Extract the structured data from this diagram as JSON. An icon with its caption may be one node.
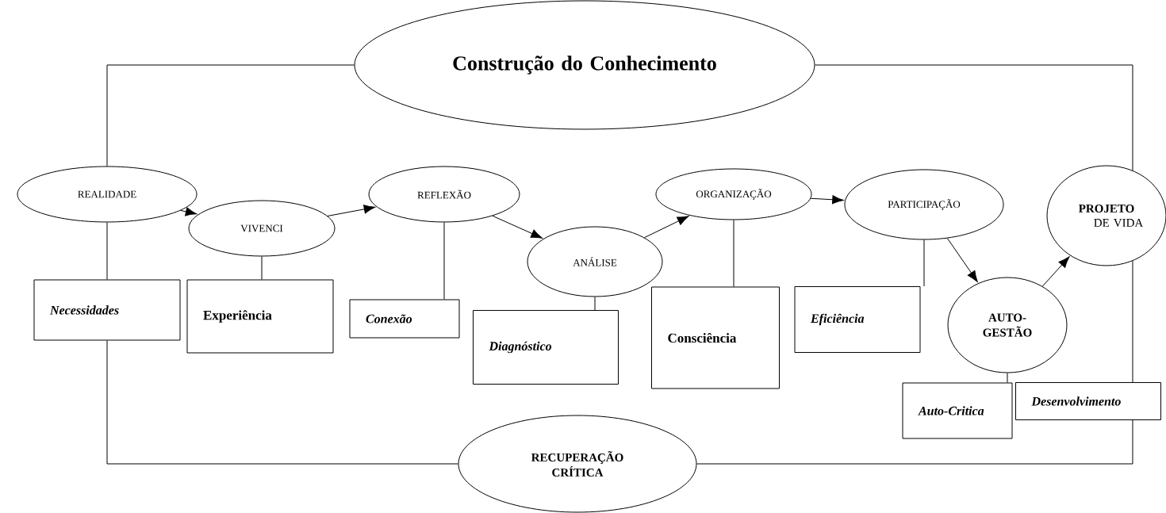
{
  "diagram": {
    "nodes": [
      {
        "text": [
          "Construção do Conhecimento"
        ]
      },
      {
        "text": [
          "REALIDADE"
        ]
      },
      {
        "text": [
          "VIVENCI"
        ]
      },
      {
        "text": [
          "REFLEXÃO"
        ]
      },
      {
        "text": [
          "ANÁLISE"
        ]
      },
      {
        "text": [
          "ORGANIZAÇÃO"
        ]
      },
      {
        "text": [
          "PARTICIPAÇÃO"
        ]
      },
      {
        "text": [
          "PROJETO",
          "DE VIDA"
        ]
      },
      {
        "text": [
          "AUTO-GESTÃO"
        ]
      },
      {
        "text": [
          "Necessidades"
        ]
      },
      {
        "text": [
          "Experiência"
        ]
      },
      {
        "text": [
          "Conexão"
        ]
      },
      {
        "text": [
          "Diagnóstico"
        ]
      },
      {
        "text": [
          "Consciência"
        ]
      },
      {
        "text": [
          "Eficiência"
        ]
      },
      {
        "text": [
          "Auto-Critica"
        ]
      },
      {
        "text": [
          "Desenvolvimento"
        ]
      },
      {
        "text": [
          "RECUPERAÇÃO CRÍTICA"
        ]
      }
    ],
    "edges": [
      {
        "from": 1,
        "to": 2,
        "arrow": "to"
      },
      {
        "from": 2,
        "to": 3,
        "arrow": "to"
      },
      {
        "from": 3,
        "to": 4,
        "arrow": "to"
      },
      {
        "from": 4,
        "to": 5,
        "arrow": "to"
      },
      {
        "from": 5,
        "to": 6,
        "arrow": "to"
      },
      {
        "from": 6,
        "to": 8,
        "arrow": "to"
      },
      {
        "from": 8,
        "to": 7,
        "arrow": "to"
      },
      {
        "from": 2,
        "to": 10,
        "arrow": "none"
      },
      {
        "from": 3,
        "to": 11,
        "arrow": "none"
      },
      {
        "from": 4,
        "to": 12,
        "arrow": "none"
      },
      {
        "from": 5,
        "to": 13,
        "arrow": "none"
      },
      {
        "from": 6,
        "to": 14,
        "arrow": "none"
      },
      {
        "from": 8,
        "to": 15,
        "arrow": "none"
      },
      {
        "from": 0,
        "to": 1,
        "arrow": "none"
      },
      {
        "from": 1,
        "to": 9,
        "arrow": "none"
      },
      {
        "from": 9,
        "to": 17,
        "arrow": "none"
      },
      {
        "from": 0,
        "to": 7,
        "arrow": "none"
      },
      {
        "from": 7,
        "to": 16,
        "arrow": "none"
      },
      {
        "from": 16,
        "to": 17,
        "arrow": "none"
      }
    ]
  }
}
